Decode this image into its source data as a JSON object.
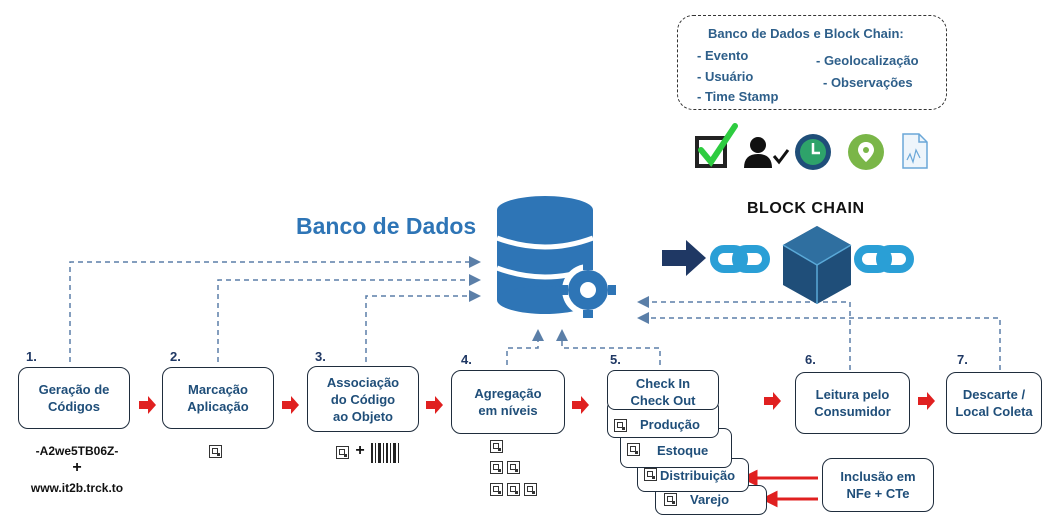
{
  "panel": {
    "title": "Banco de Dados e Block Chain:",
    "left_items": [
      "- Evento",
      "- Usuário",
      "- Time Stamp"
    ],
    "right_items": [
      "- Geolocalização",
      "- Observações"
    ]
  },
  "icons": [
    "checkbox-icon",
    "user-check-icon",
    "clock-icon",
    "location-pin-icon",
    "document-icon"
  ],
  "database_title": "Banco de Dados",
  "blockchain_title": "BLOCK CHAIN",
  "steps": [
    {
      "num": "1.",
      "label": "Geração de\nCódigos"
    },
    {
      "num": "2.",
      "label": "Marcação\nAplicação"
    },
    {
      "num": "3.",
      "label": "Associação\ndo Código\nao Objeto"
    },
    {
      "num": "4.",
      "label": "Agregação\nem níveis"
    },
    {
      "num": "5.",
      "label": "Check In\nCheck Out"
    },
    {
      "num": "6.",
      "label": "Leitura pelo\nConsumidor"
    },
    {
      "num": "7.",
      "label": "Descarte /\nLocal Coleta"
    }
  ],
  "stack_items": [
    "Produção",
    "Estoque",
    "Distribuição",
    "Varejo"
  ],
  "code_example": "-A2we5TB06Z-",
  "plus": "+",
  "url": "www.it2b.trck.to",
  "inclusion_box": "Inclusão em\nNFe + CTe",
  "colors": {
    "accent_blue": "#2e75b6",
    "dark_blue": "#1f4e79",
    "red": "#e02020",
    "green": "#2ecc40"
  }
}
